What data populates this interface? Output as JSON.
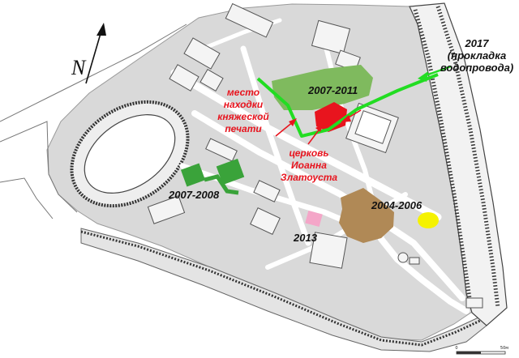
{
  "north_label": "N",
  "labels": {
    "excavation_2017_year": "2017",
    "excavation_2017_note_line1": "(прокладка",
    "excavation_2017_note_line2": "водопровода)",
    "excavation_2007_2011": "2007-2011",
    "excavation_2007_2008": "2007-2008",
    "excavation_2004_2006": "2004-2006",
    "excavation_2013": "2013",
    "seal_find_line1": "место",
    "seal_find_line2": "находки",
    "seal_find_line3": "княжеской",
    "seal_find_line4": "печати",
    "church_line1": "церковь",
    "church_line2": "Иоанна",
    "church_line3": "Златоуста"
  },
  "scale": {
    "start": "0",
    "end": "50м"
  },
  "colors": {
    "ground": "#d9d9d9",
    "street": "#ffffff",
    "building_outline": "#555555",
    "excavation_green": "#7fba5e",
    "excavation_dark_green": "#3aa33a",
    "excavation_brown": "#b08956",
    "excavation_pink": "#f4a6c8",
    "excavation_yellow": "#f5f200",
    "church_red": "#e8141e",
    "water_line_green": "#22dd22",
    "annotation_red": "#e8141e",
    "rampart": "#333333"
  }
}
